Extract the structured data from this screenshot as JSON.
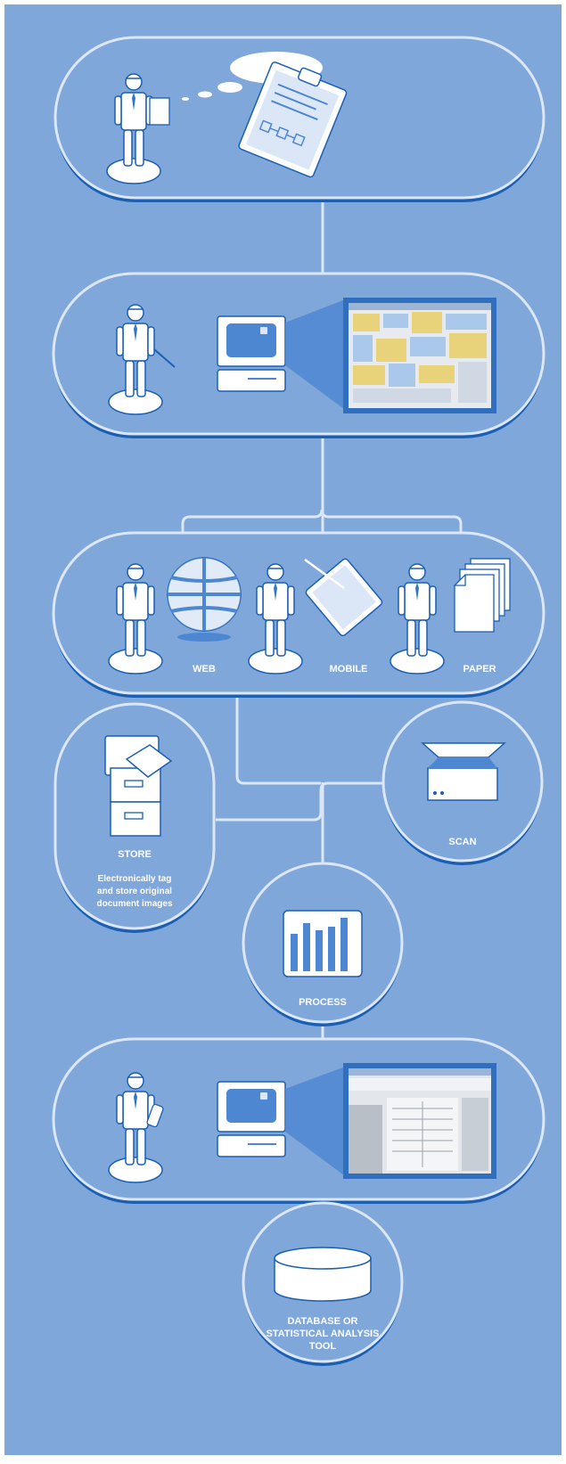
{
  "colors": {
    "background": "#7fa7d9",
    "outline": "#dbe7f6",
    "shadow": "#1a5fb4",
    "figure": "#ffffff",
    "accent": "#2f78c8",
    "screen": "#4d87d1"
  },
  "channels": {
    "web": "WEB",
    "mobile": "MOBILE",
    "paper": "PAPER"
  },
  "store": {
    "title": "STORE",
    "line1": "Electronically tag",
    "line2": "and store original",
    "line3": "document images"
  },
  "scan": {
    "title": "SCAN"
  },
  "process": {
    "title": "PROCESS"
  },
  "database": {
    "line1": "DATABASE OR",
    "line2": "STATISTICAL ANALYSIS",
    "line3": "TOOL"
  }
}
